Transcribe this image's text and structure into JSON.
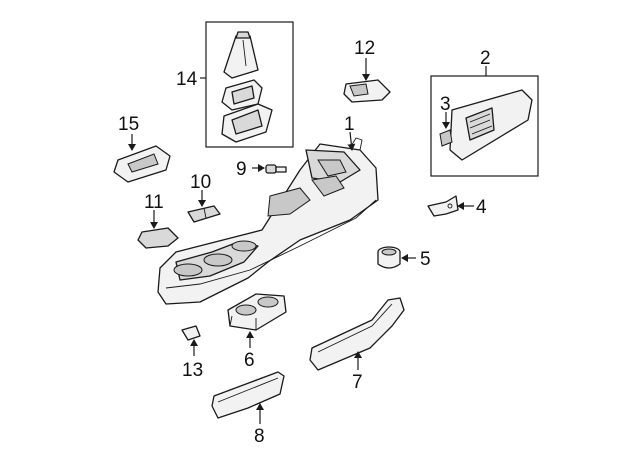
{
  "callouts": [
    {
      "id": "1",
      "label": "1"
    },
    {
      "id": "2",
      "label": "2"
    },
    {
      "id": "3",
      "label": "3"
    },
    {
      "id": "4",
      "label": "4"
    },
    {
      "id": "5",
      "label": "5"
    },
    {
      "id": "6",
      "label": "6"
    },
    {
      "id": "7",
      "label": "7"
    },
    {
      "id": "8",
      "label": "8"
    },
    {
      "id": "9",
      "label": "9"
    },
    {
      "id": "10",
      "label": "10"
    },
    {
      "id": "11",
      "label": "11"
    },
    {
      "id": "12",
      "label": "12"
    },
    {
      "id": "13",
      "label": "13"
    },
    {
      "id": "14",
      "label": "14"
    },
    {
      "id": "15",
      "label": "15"
    }
  ],
  "colors": {
    "line": "#1a1a1a",
    "fill": "#f2f2f2",
    "background": "#ffffff"
  }
}
